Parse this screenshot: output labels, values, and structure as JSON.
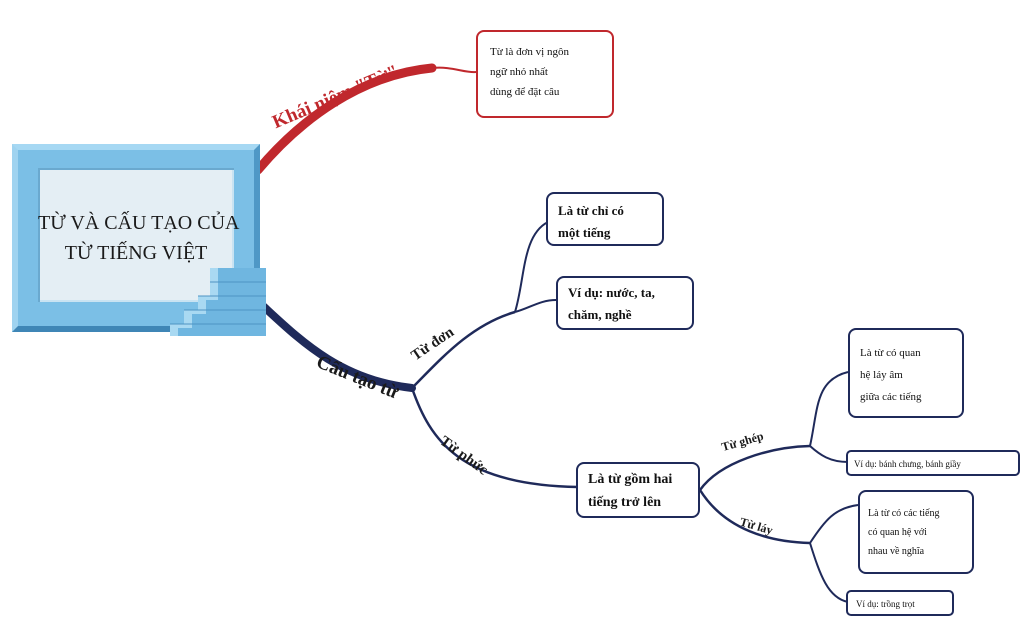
{
  "center": {
    "lines": [
      "TỪ VÀ CẤU TẠO CỦA",
      "TỪ TIẾNG VIỆT"
    ]
  },
  "branches": {
    "khai_niem": {
      "label": "Khái niệm \"Từ\"",
      "definition": [
        "Từ là đơn vị ngôn",
        "ngữ nhỏ nhất",
        "dùng để đặt câu"
      ]
    },
    "cau_tao": {
      "label": "Cấu tạo từ",
      "tu_don": {
        "label": "Từ đơn",
        "definition": [
          "Là từ chỉ có",
          "một tiếng"
        ],
        "example": [
          "Ví dụ: nước, ta,",
          "chăm, nghề"
        ]
      },
      "tu_phuc": {
        "label": "Từ phức",
        "definition": [
          "Là từ gồm hai",
          "tiếng trở lên"
        ],
        "tu_ghep": {
          "label": "Từ ghép",
          "definition": [
            "Là từ có quan",
            "hệ láy âm",
            "giữa các tiếng"
          ],
          "example": "Ví dụ: bánh chưng, bánh giầy"
        },
        "tu_lay": {
          "label": "Từ láy",
          "definition": [
            "Là từ có các tiếng",
            "có quan hệ với",
            "nhau về nghĩa"
          ],
          "example": "Ví dụ: trồng trọt"
        }
      }
    }
  },
  "colors": {
    "red_branch": "#c0282d",
    "navy_branch": "#1f2a5a",
    "frame_blue": "#7bbfe6"
  },
  "icons": [
    "stairs-icon"
  ]
}
